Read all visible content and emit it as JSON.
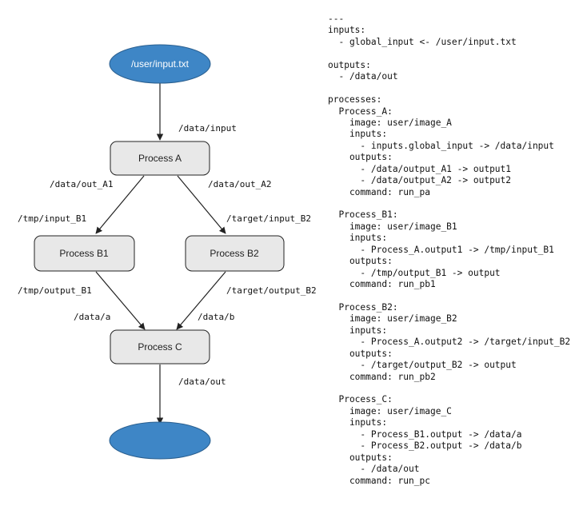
{
  "diagram": {
    "nodes": {
      "input_file": "/user/input.txt",
      "process_a": "Process A",
      "process_b1": "Process B1",
      "process_b2": "Process B2",
      "process_c": "Process C",
      "output_sink": ""
    },
    "edges": {
      "to_a": "/data/input",
      "a_out1": "/data/out_A1",
      "a_out2": "/data/out_A2",
      "b1_in": "/tmp/input_B1",
      "b2_in": "/target/input_B2",
      "b1_out": "/tmp/output_B1",
      "b2_out": "/target/output_B2",
      "c_in_a": "/data/a",
      "c_in_b": "/data/b",
      "c_out": "/data/out"
    },
    "colors": {
      "ellipse_fill": "#3e86c6",
      "box_fill": "#e8e8e8",
      "stroke": "#222222"
    }
  },
  "code": {
    "lines": [
      "---",
      "inputs:",
      "  - global_input <- /user/input.txt",
      "",
      "outputs:",
      "  - /data/out",
      "",
      "processes:",
      "  Process_A:",
      "    image: user/image_A",
      "    inputs:",
      "      - inputs.global_input -> /data/input",
      "    outputs:",
      "      - /data/output_A1 -> output1",
      "      - /data/output_A2 -> output2",
      "    command: run_pa",
      "",
      "  Process_B1:",
      "    image: user/image_B1",
      "    inputs:",
      "      - Process_A.output1 -> /tmp/input_B1",
      "    outputs:",
      "      - /tmp/output_B1 -> output",
      "    command: run_pb1",
      "",
      "  Process_B2:",
      "    image: user/image_B2",
      "    inputs:",
      "      - Process_A.output2 -> /target/input_B2",
      "    outputs:",
      "      - /target/output_B2 -> output",
      "    command: run_pb2",
      "",
      "  Process_C:",
      "    image: user/image_C",
      "    inputs:",
      "      - Process_B1.output -> /data/a",
      "      - Process_B2.output -> /data/b",
      "    outputs:",
      "      - /data/out",
      "    command: run_pc"
    ]
  }
}
